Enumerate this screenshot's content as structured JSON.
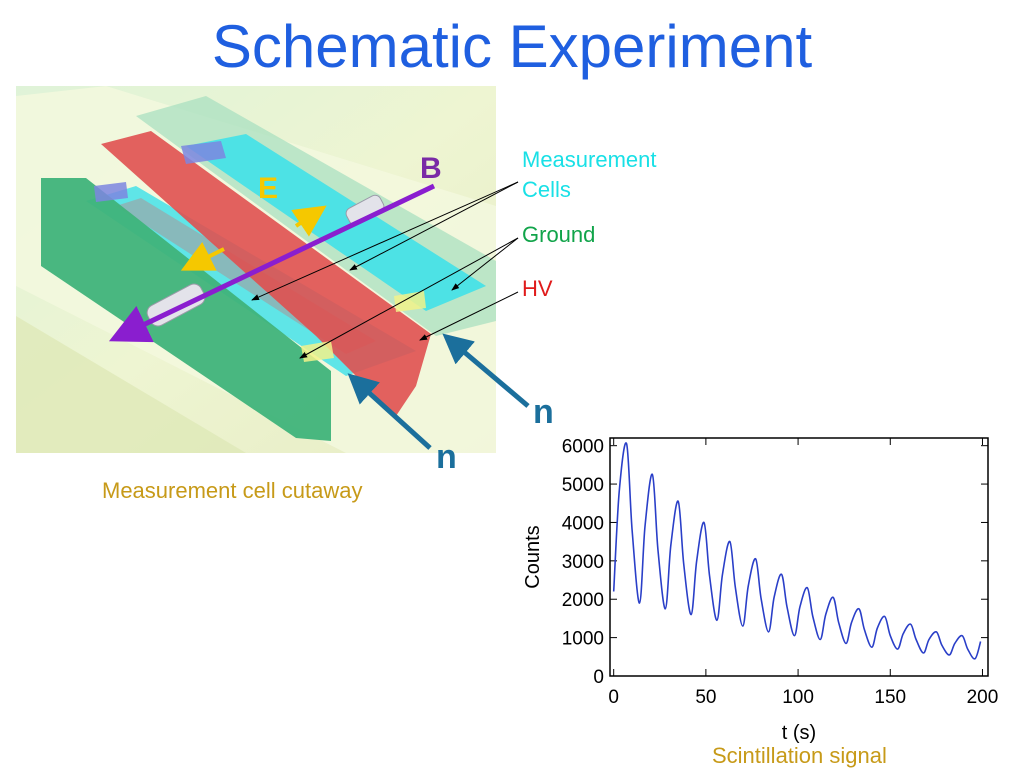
{
  "slide": {
    "title": "Schematic Experiment"
  },
  "cutaway": {
    "caption": "Measurement cell cutaway",
    "field_labels": {
      "e": "E",
      "b": "B"
    },
    "colors": {
      "hv": "#e05050",
      "ground": "#3fb37a",
      "cell": "#39e0ea",
      "b_field": "#8a1ecf",
      "e_field": "#f5c800",
      "neutron": "#1b6f9c"
    }
  },
  "callouts": {
    "measurement_cells": [
      "Measurement",
      "Cells"
    ],
    "ground": "Ground",
    "hv": "HV",
    "neutron": "n"
  },
  "signal": {
    "caption": "Scintillation signal"
  },
  "chart_data": {
    "type": "line",
    "xlabel": "t (s)",
    "ylabel": "Counts",
    "xlim": [
      -2,
      203
    ],
    "ylim": [
      0,
      6200
    ],
    "xticks": [
      0,
      50,
      100,
      150,
      200
    ],
    "yticks": [
      0,
      1000,
      2000,
      3000,
      4000,
      5000,
      6000
    ],
    "grid": false,
    "line_color": "#2a3fc8",
    "series": [
      {
        "x": [
          0,
          3,
          7,
          10,
          14,
          17,
          21,
          24,
          28,
          31,
          35,
          38,
          42,
          45,
          49,
          52,
          56,
          59,
          63,
          66,
          70,
          73,
          77,
          80,
          84,
          87,
          91,
          94,
          98,
          101,
          105,
          108,
          112,
          115,
          119,
          122,
          126,
          129,
          133,
          136,
          140,
          143,
          147,
          150,
          154,
          157,
          161,
          164,
          168,
          171,
          175,
          178,
          182,
          185,
          189,
          192,
          196,
          199
        ],
        "y": [
          2200,
          4800,
          6050,
          3800,
          1900,
          3900,
          5250,
          3300,
          1750,
          3400,
          4550,
          2900,
          1600,
          3000,
          4000,
          2600,
          1450,
          2650,
          3500,
          2300,
          1300,
          2350,
          3050,
          2000,
          1150,
          2050,
          2650,
          1800,
          1050,
          1800,
          2300,
          1550,
          950,
          1600,
          2050,
          1400,
          850,
          1400,
          1750,
          1200,
          750,
          1250,
          1550,
          1050,
          700,
          1100,
          1350,
          950,
          600,
          950,
          1150,
          800,
          550,
          850,
          1050,
          700,
          450,
          900
        ]
      }
    ]
  }
}
